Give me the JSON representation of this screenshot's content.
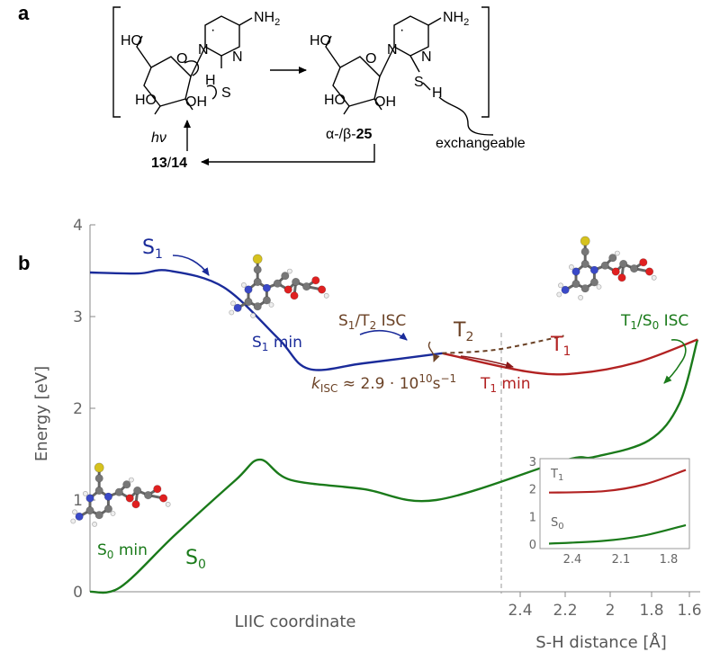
{
  "panels": {
    "a": "a",
    "b": "b"
  },
  "scheme": {
    "nh2_left": "NH",
    "nh2_right": "NH",
    "sub2": "2",
    "ho_top_left": "HO",
    "ho_top_right": "HO",
    "ho_bottom_left": "HO",
    "oh_bottom_left": "OH",
    "ho_bottom_right": "HO",
    "oh_bottom_right": "OH",
    "o_left": "O",
    "o_right": "O",
    "n_left_1": "N",
    "n_left_3": "N",
    "n_right_1": "N",
    "n_right_3": "N",
    "s_left": "S",
    "s_right": "S",
    "h_left": "H",
    "h_right": "H",
    "hv": "hν",
    "compound_prefix": "α-/β-",
    "compound_number": "25",
    "precursor_a": "13",
    "precursor_sep": "/",
    "precursor_b": "14",
    "exchangeable": "exchangeable"
  },
  "chart_data": [
    {
      "type": "line",
      "ylabel": "Energy [eV]",
      "xlabel_left": "LIIC coordinate",
      "xlabel_right": "S-H distance [Å]",
      "ylim": [
        0,
        4
      ],
      "yticks": [
        "0",
        "1",
        "2",
        "3",
        "4"
      ],
      "xticks_right": [
        "2.4",
        "2.2",
        "2",
        "1.8",
        "1.6"
      ],
      "grid": false,
      "series": [
        {
          "name": "S₁",
          "color": "#1a2b9a",
          "points": [
            [
              0,
              3.48
            ],
            [
              0.08,
              3.47
            ],
            [
              0.13,
              3.5
            ],
            [
              0.22,
              3.32
            ],
            [
              0.31,
              2.76
            ],
            [
              0.36,
              2.43
            ],
            [
              0.45,
              2.49
            ],
            [
              0.58,
              2.6
            ]
          ]
        },
        {
          "name": "S₀",
          "color": "#1a7a1a",
          "points": [
            [
              0,
              0
            ],
            [
              0.05,
              0.05
            ],
            [
              0.14,
              0.62
            ],
            [
              0.24,
              1.22
            ],
            [
              0.28,
              1.44
            ],
            [
              0.33,
              1.22
            ],
            [
              0.45,
              1.12
            ],
            [
              0.57,
              1.0
            ],
            [
              0.78,
              1.43
            ],
            [
              0.83,
              1.47
            ],
            [
              0.92,
              1.65
            ],
            [
              0.97,
              2.05
            ],
            [
              1.0,
              2.75
            ]
          ]
        },
        {
          "name": "T₁",
          "color": "#b22222",
          "points": [
            [
              0.58,
              2.6
            ],
            [
              0.72,
              2.4
            ],
            [
              0.8,
              2.38
            ],
            [
              0.9,
              2.5
            ],
            [
              1.0,
              2.75
            ]
          ]
        },
        {
          "name": "T₂",
          "color": "#6b4226",
          "points": [
            [
              0.58,
              2.6
            ],
            [
              0.67,
              2.64
            ],
            [
              0.78,
              2.79
            ]
          ]
        }
      ],
      "annotations": {
        "s1": "S",
        "s1_sub": "1",
        "s0": "S",
        "s0_sub": "0",
        "t1": "T",
        "t1_sub": "1",
        "t2": "T",
        "t2_sub": "2",
        "s1min": "S",
        "s1min_sub": "1",
        "s1min_rest": " min",
        "s0min": "S",
        "s0min_sub": "0",
        "s0min_rest": " min",
        "t1min": "T",
        "t1min_sub": "1",
        "t1min_rest": " min",
        "isc1_a": "S",
        "isc1_a_sub": "1",
        "isc1_mid": "/T",
        "isc1_b_sub": "2",
        "isc1_rest": " ISC",
        "isc2_a": "T",
        "isc2_a_sub": "1",
        "isc2_mid": "/S",
        "isc2_b_sub": "0",
        "isc2_rest": " ISC",
        "kisc_k": "k",
        "kisc_sub": "ISC",
        "kisc_mid": " ≈ 2.9 · 10",
        "kisc_exp": "10",
        "kisc_unit": "s",
        "kisc_unit_exp": "−1"
      },
      "colors": {
        "s1": "#1a2b9a",
        "s0": "#1a7a1a",
        "t1": "#b22222",
        "t2": "#6b4226",
        "axis": "#777777"
      }
    },
    {
      "type": "line",
      "ylim": [
        0,
        3
      ],
      "yticks": [
        "0",
        "1",
        "2",
        "3"
      ],
      "xticks": [
        "2.4",
        "2.1",
        "1.8"
      ],
      "series": [
        {
          "name": "T₁",
          "color": "#b22222",
          "points": [
            [
              0,
              1.9
            ],
            [
              0.4,
              1.95
            ],
            [
              0.7,
              2.2
            ],
            [
              1.0,
              2.72
            ]
          ]
        },
        {
          "name": "S₀",
          "color": "#1a7a1a",
          "points": [
            [
              0,
              0.05
            ],
            [
              0.4,
              0.15
            ],
            [
              0.7,
              0.35
            ],
            [
              1.0,
              0.72
            ]
          ]
        }
      ],
      "labels": {
        "t1": "T",
        "t1_sub": "1",
        "s0": "S",
        "s0_sub": "0"
      }
    }
  ]
}
